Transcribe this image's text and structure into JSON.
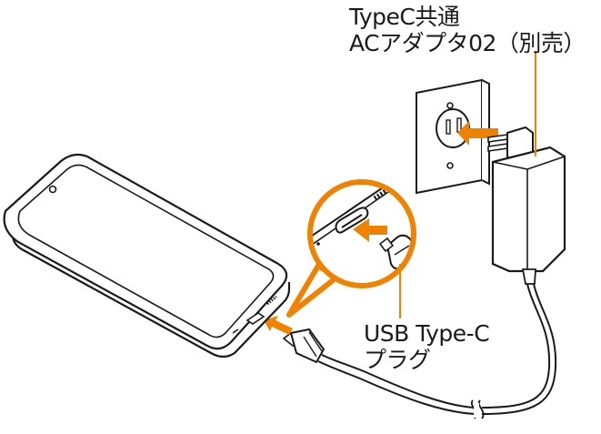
{
  "labels": {
    "adapter_line1": "TypeC共通",
    "adapter_line2": "ACアダプタ02（別売）",
    "plug_line1": "USB Type-C",
    "plug_line2": "プラグ"
  },
  "colors": {
    "accent": "#EF8200",
    "line": "#1a1a1a",
    "fill": "#ffffff"
  }
}
